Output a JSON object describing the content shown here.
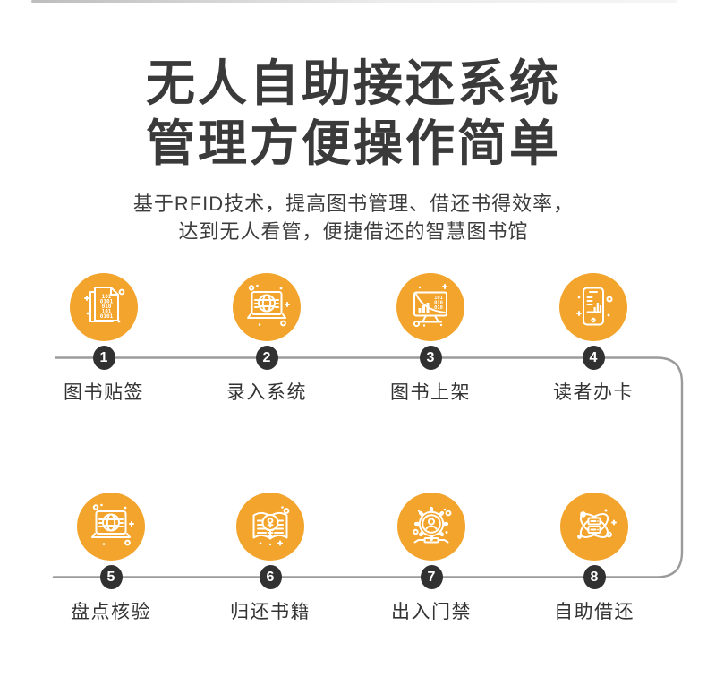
{
  "title": {
    "line1": "无人自助接还系统",
    "line2": "管理方便操作简单"
  },
  "subtitle": {
    "line1": "基于RFID技术，提高图书管理、借还书得效率，",
    "line2": "达到无人看管，便捷借还的智慧图书馆"
  },
  "colors": {
    "accent_orange": "#F3A42C",
    "badge_dark": "#313131",
    "connector_gray": "#9B9B9B",
    "title_ink": "#3A3A3A"
  },
  "flow": {
    "steps": [
      {
        "num": "1",
        "label": "图书贴签",
        "icon": "binary-document-icon"
      },
      {
        "num": "2",
        "label": "录入系统",
        "icon": "laptop-globe-icon"
      },
      {
        "num": "3",
        "label": "图书上架",
        "icon": "monitor-chart-icon"
      },
      {
        "num": "4",
        "label": "读者办卡",
        "icon": "phone-chart-icon"
      },
      {
        "num": "5",
        "label": "盘点核验",
        "icon": "laptop-globe-icon"
      },
      {
        "num": "6",
        "label": "归还书籍",
        "icon": "book-lightbulb-icon"
      },
      {
        "num": "7",
        "label": "出入门禁",
        "icon": "gear-user-icon"
      },
      {
        "num": "8",
        "label": "自助借还",
        "icon": "atom-network-icon"
      }
    ]
  }
}
